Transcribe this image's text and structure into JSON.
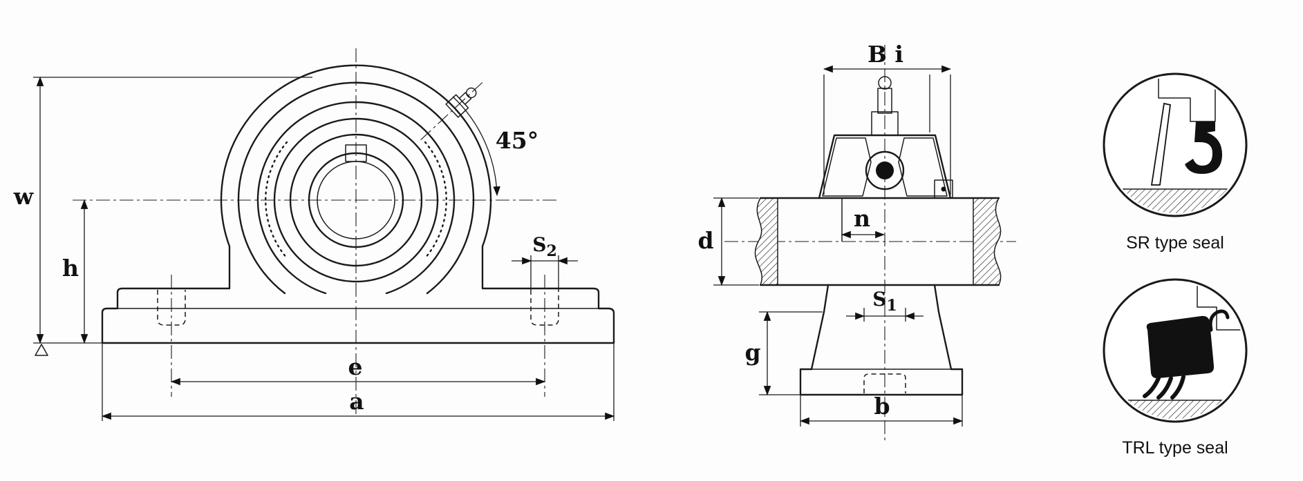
{
  "front_view": {
    "dim_w": "w",
    "dim_h": "h",
    "dim_e": "e",
    "dim_a": "a",
    "dim_s2_base": "S",
    "dim_s2_sub": "2",
    "angle_label": "45°"
  },
  "side_view": {
    "dim_Bi": "B i",
    "dim_d": "d",
    "dim_n": "n",
    "dim_s1_base": "S",
    "dim_s1_sub": "1",
    "dim_g": "g",
    "dim_b": "b"
  },
  "seal_details": {
    "sr_caption": "SR type seal",
    "trl_caption": "TRL type seal"
  }
}
